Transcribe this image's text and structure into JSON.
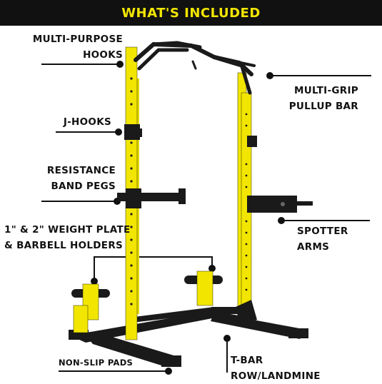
{
  "header": {
    "title": "WHAT'S INCLUDED"
  },
  "labels": {
    "hooks_line1": "MULTI-PURPOSE",
    "hooks_line2": "HOOKS",
    "pullup_line1": "MULTI-GRIP",
    "pullup_line2": "PULLUP BAR",
    "jhooks": "J-HOOKS",
    "pegs_line1": "RESISTANCE",
    "pegs_line2": "BAND PEGS",
    "spotter": "SPOTTER ARMS",
    "holders_line1": "1\" & 2\" WEIGHT PLATE",
    "holders_line2": "& BARBELL HOLDERS",
    "pads": "NON-SLIP PADS",
    "landmine": "T-BAR ROW/LANDMINE"
  },
  "colors": {
    "frame": "#f2e600",
    "steel": "#1a1a1a",
    "banner_text": "#f2e600"
  }
}
